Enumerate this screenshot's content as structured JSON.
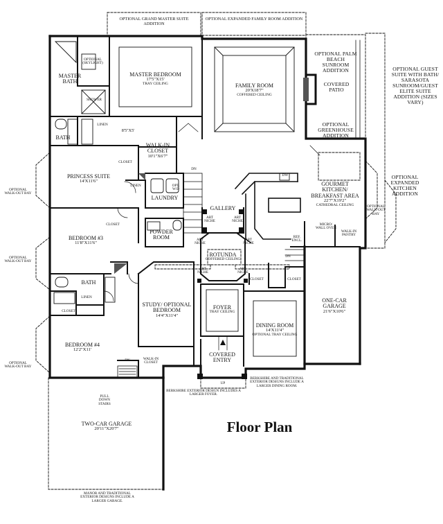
{
  "title": "Floor Plan",
  "rooms": {
    "master_bath": {
      "name": "MASTER BATH"
    },
    "optional_skylight": {
      "name": "OPTIONAL (SKYLIGHT)"
    },
    "shower": {
      "name": "SHOWER"
    },
    "master_bedroom": {
      "name": "MASTER BEDROOM",
      "size": "17'5\"X15'",
      "note": "TRAY CEILING"
    },
    "family_room": {
      "name": "FAMILY ROOM",
      "size": "20'X18'7\"",
      "note": "COFFERED CEILING"
    },
    "palm_beach": {
      "name": "OPTIONAL PALM BEACH SUNROOM ADDITION"
    },
    "covered_patio": {
      "name": "COVERED PATIO"
    },
    "greenhouse": {
      "name": "OPTIONAL GREENHOUSE ADDITION"
    },
    "guest_suite": {
      "name": "OPTIONAL GUEST SUITE WITH BATH/ SARASOTA SUNROOM/GUEST ELITE SUITE ADDITION (SIZES VARY)"
    },
    "linen_master": {
      "name": "LINEN"
    },
    "closet_size": {
      "name": "8'5\"X5'"
    },
    "bath_upper": {
      "name": "BATH"
    },
    "walk_in_closet": {
      "name": "WALK-IN CLOSET",
      "size": "10'1\"X6'7\""
    },
    "princess_suite": {
      "name": "PRINCESS SUITE",
      "size": "14'X11'6\""
    },
    "closet_princess": {
      "name": "CLOSET"
    },
    "linen_princess": {
      "name": "LINEN"
    },
    "opt_wd": {
      "name": "OPT. W/D"
    },
    "laundry": {
      "name": "LAUNDRY"
    },
    "dn_upper": {
      "name": "DN"
    },
    "gallery": {
      "name": "GALLERY"
    },
    "dw": {
      "name": "DW"
    },
    "gourmet_kitchen": {
      "name": "GOURMET KITCHEN/ BREAKFAST AREA",
      "size": "22'7\"X19'2\"",
      "note": "CATHEDRAL CEILING"
    },
    "expanded_kitchen": {
      "name": "OPTIONAL EXPANDED KITCHEN ADDITION"
    },
    "walkout_bay_left": {
      "name": "OPTIONAL WALK-OUT BAY"
    },
    "walkout_bay_right": {
      "name": "OPTIONAL WALK-OUT BAY"
    },
    "bedroom3": {
      "name": "BEDROOM #3",
      "size": "11'8\"X11'6\""
    },
    "closet_bed3": {
      "name": "CLOSET"
    },
    "powder_room": {
      "name": "POWDER ROOM"
    },
    "art_niche_1": {
      "name": "ART NICHE"
    },
    "art_niche_2": {
      "name": "ART NICHE"
    },
    "art_niche_3": {
      "name": "ART NICHE"
    },
    "art_niche_4": {
      "name": "ART NICHE"
    },
    "art_niche_5": {
      "name": "ART NICHE"
    },
    "art_niche_6": {
      "name": "ART NICHE"
    },
    "micro_wall_oven": {
      "name": "MICRO/ WALL OVEN"
    },
    "ref_encl": {
      "name": "REF. ENCL."
    },
    "walk_in_pantry": {
      "name": "WALK-IN PANTRY"
    },
    "walkout_bay_mid": {
      "name": "OPTIONAL WALK-OUT BAY"
    },
    "rotunda": {
      "name": "ROTUNDA",
      "note": "COFFERED CEILING"
    },
    "dn_garage": {
      "name": "DN"
    },
    "bath_lower": {
      "name": "BATH"
    },
    "linen_lower": {
      "name": "LINEN"
    },
    "closet_bath": {
      "name": "CLOSET"
    },
    "closet_rotunda": {
      "name": "CLOSET"
    },
    "closet_garage": {
      "name": "CLOSET"
    },
    "study": {
      "name": "STUDY/ OPTIONAL BEDROOM",
      "size": "14'4\"X11'4\""
    },
    "foyer": {
      "name": "FOYER",
      "note": "TRAY CEILING"
    },
    "dining_room": {
      "name": "DINING ROOM",
      "size": "14'X11'4\"",
      "note": "OPTIONAL TRAY CEILING"
    },
    "one_car_garage": {
      "name": "ONE-CAR GARAGE",
      "size": "21'6\"X10'6\""
    },
    "bedroom4": {
      "name": "BEDROOM #4",
      "size": "12'2\"X11'"
    },
    "walkout_bay_low": {
      "name": "OPTIONAL WALK-OUT BAY"
    },
    "dn_lower": {
      "name": "DN"
    },
    "walk_in_closet2": {
      "name": "WALK-IN CLOSET"
    },
    "covered_entry": {
      "name": "COVERED ENTRY"
    },
    "up": {
      "name": "UP"
    },
    "pull_down": {
      "name": "PULL DOWN STAIRS"
    },
    "two_car_garage": {
      "name": "TWO-CAR GARAGE",
      "size": "20'11\"X20'7\""
    }
  },
  "top_notes": {
    "grand_master": "OPTIONAL GRAND MASTER SUITE ADDITION",
    "expanded_family": "OPTIONAL EXPANDED FAMILY ROOM ADDITION"
  },
  "bottom_notes": {
    "berkshire_foyer": "BERKSHIRE EXTERIOR DESIGN INCLUDES A LARGER FOYER.",
    "berkshire_dining": "BERKSHIRE AND TRADITIONAL EXTERIOR DESIGNS INCLUDE A LARGER DINING ROOM.",
    "manor_garage": "MANOR AND TRADITIONAL EXTERIOR DESIGNS INCLUDE A LARGER GARAGE."
  }
}
